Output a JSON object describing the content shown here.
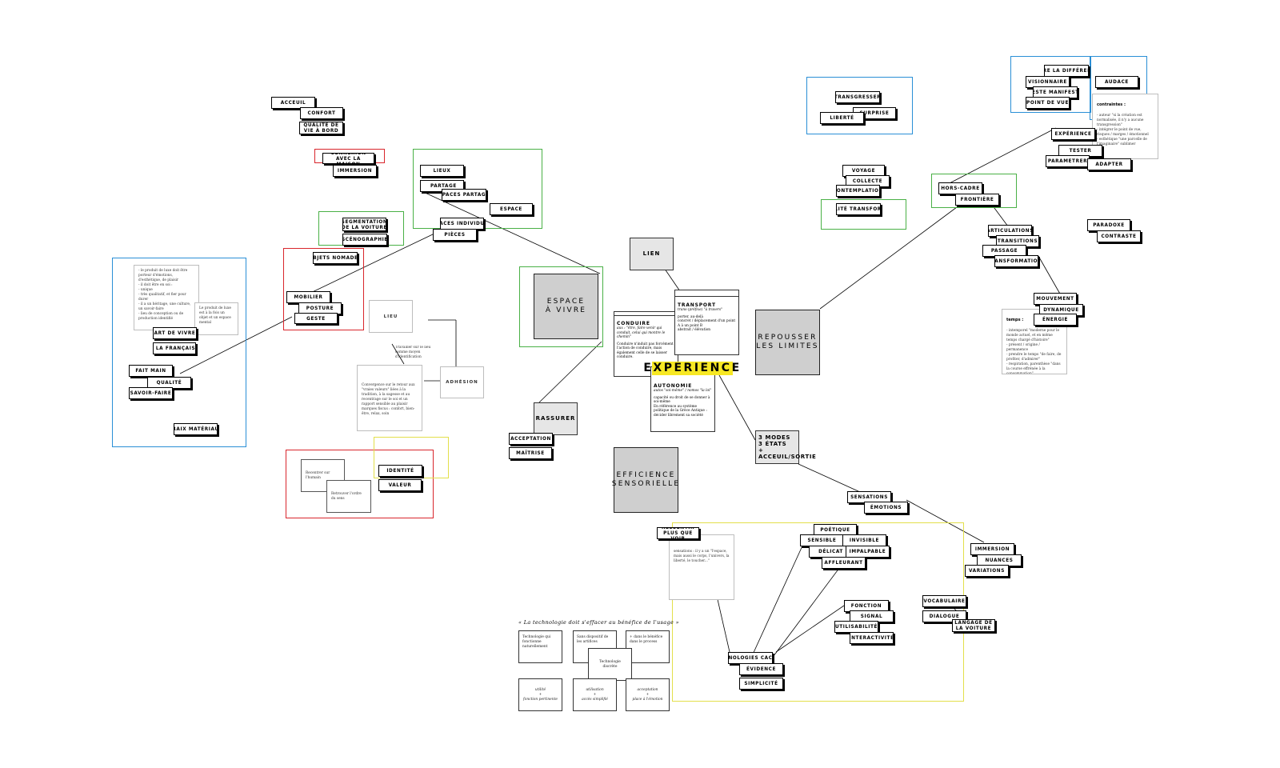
{
  "keywords": [
    {
      "id": "accueil",
      "label": "ACCEUIL"
    },
    {
      "id": "confort",
      "label": "CONFORT"
    },
    {
      "id": "qualite-vie",
      "label": "QUALITÉ DE VIE À BORD"
    },
    {
      "id": "connexion",
      "label": "CONNEXION AVEC LA MAISON"
    },
    {
      "id": "immersion-1",
      "label": "IMMERSION"
    },
    {
      "id": "segmentation",
      "label": "SEGMENTATION DE LA VOITURE"
    },
    {
      "id": "scenographie",
      "label": "SCÉNOGRAPHIE"
    },
    {
      "id": "objets-nomades",
      "label": "OBJETS NOMADES"
    },
    {
      "id": "mobilier",
      "label": "MOBILIER"
    },
    {
      "id": "posture",
      "label": "POSTURE"
    },
    {
      "id": "geste",
      "label": "GESTE"
    },
    {
      "id": "art-de-vivre",
      "label": "ART DE VIVRE"
    },
    {
      "id": "a-la-francaise",
      "label": "À LA FRANÇAISE"
    },
    {
      "id": "fait-main",
      "label": "FAIT MAIN"
    },
    {
      "id": "qualite",
      "label": "QUALITÉ"
    },
    {
      "id": "savoir-faire",
      "label": "SAVOIR-FAIRE"
    },
    {
      "id": "vrais-materiaux",
      "label": "VRAIX MATÉRIAUX"
    },
    {
      "id": "lieux",
      "label": "LIEUX"
    },
    {
      "id": "partage",
      "label": "PARTAGE"
    },
    {
      "id": "espaces-partages",
      "label": "ESPACES PARTAGÉS"
    },
    {
      "id": "espace",
      "label": "ESPACE"
    },
    {
      "id": "espaces-individuels",
      "label": "ESPACES INDIVIDUELS"
    },
    {
      "id": "pieces",
      "label": "PIÈCES"
    },
    {
      "id": "identite",
      "label": "IDENTITÉ"
    },
    {
      "id": "valeur",
      "label": "VALEUR"
    },
    {
      "id": "acceptation",
      "label": "ACCEPTATION"
    },
    {
      "id": "maitrise",
      "label": "MAÎTRISE"
    },
    {
      "id": "ressentir",
      "label": "RESSENTIR PLUS QUE VOIR"
    },
    {
      "id": "transgresser",
      "label": "TRANSGRESSER"
    },
    {
      "id": "surprise",
      "label": "SURPRISE"
    },
    {
      "id": "liberte",
      "label": "LIBERTÉ"
    },
    {
      "id": "voyage",
      "label": "VOYAGE"
    },
    {
      "id": "collecte",
      "label": "COLLECTE"
    },
    {
      "id": "contemplation",
      "label": "CONTEMPLATION"
    },
    {
      "id": "realite",
      "label": "RÉALITÉ TRANSFORMÉE"
    },
    {
      "id": "hors-cadre",
      "label": "HORS-CADRE"
    },
    {
      "id": "frontiere",
      "label": "FRONTIÈRE"
    },
    {
      "id": "faire-difference",
      "label": "FAIRE LA DIFFÉRENCE"
    },
    {
      "id": "visionnaire",
      "label": "VISIONNAIRE"
    },
    {
      "id": "geste-manifeste",
      "label": "GESTE MANIFESTE"
    },
    {
      "id": "point-de-vue",
      "label": "POINT DE VUE"
    },
    {
      "id": "audace",
      "label": "AUDACE"
    },
    {
      "id": "experience-kw",
      "label": "EXPÉRIENCE"
    },
    {
      "id": "tester",
      "label": "TESTER"
    },
    {
      "id": "parametrer",
      "label": "PARAMETRER"
    },
    {
      "id": "adapter",
      "label": "ADAPTER"
    },
    {
      "id": "paradoxe",
      "label": "PARADOXE"
    },
    {
      "id": "contraste",
      "label": "CONTRASTE"
    },
    {
      "id": "articulations",
      "label": "ARTICULATIONS"
    },
    {
      "id": "transitions",
      "label": "TRANSITIONS"
    },
    {
      "id": "passage",
      "label": "PASSAGE"
    },
    {
      "id": "transformations",
      "label": "TRANSFORMATIONS"
    },
    {
      "id": "mouvement",
      "label": "MOUVEMENT"
    },
    {
      "id": "dynamique",
      "label": "DYNAMIQUE"
    },
    {
      "id": "energie",
      "label": "ÉNERGIE"
    },
    {
      "id": "sensations",
      "label": "SENSATIONS"
    },
    {
      "id": "emotions",
      "label": "ÉMOTIONS"
    },
    {
      "id": "poetique",
      "label": "POÉTIQUE"
    },
    {
      "id": "sensible",
      "label": "SENSIBLE"
    },
    {
      "id": "invisible",
      "label": "INVISIBLE"
    },
    {
      "id": "delicat",
      "label": "DÉLICAT"
    },
    {
      "id": "impalpable",
      "label": "IMPALPABLE"
    },
    {
      "id": "affleurant",
      "label": "AFFLEURANT"
    },
    {
      "id": "immersion-2",
      "label": "IMMERSION"
    },
    {
      "id": "nuances",
      "label": "NUANCES"
    },
    {
      "id": "variations",
      "label": "VARIATIONS"
    },
    {
      "id": "vocabulaire",
      "label": "VOCABULAIRE"
    },
    {
      "id": "dialogue",
      "label": "DIALOGUE"
    },
    {
      "id": "langage",
      "label": "LANGAGE DE LA VOITURE"
    },
    {
      "id": "fonction",
      "label": "FONCTION"
    },
    {
      "id": "signal",
      "label": "SIGNAL"
    },
    {
      "id": "utilisabilite",
      "label": "UTILISABILITÉ"
    },
    {
      "id": "interactivite",
      "label": "INTERACTIVITÉ"
    },
    {
      "id": "technologies-cachees",
      "label": "TECHNOLOGIES CACHÉES"
    },
    {
      "id": "evidence",
      "label": "ÉVIDENCE"
    },
    {
      "id": "simplicite",
      "label": "SIMPLICITÉ"
    }
  ],
  "hubs": {
    "espace_a_vivre": "ESPACE\nÀ VIVRE",
    "repousser": "REPOUSSER\nLES LIMITES",
    "efficience": "EFFICIENCE\nSENSORIELLE",
    "rassurer": "RASSURER",
    "lien": "LIEN",
    "modes": "3 MODES\n3 ÉTATS\n+ ACCEUIL/SORTIE"
  },
  "center_label": "EXPERIENCE",
  "concepts": {
    "conduire": {
      "title": "CONDUIRE",
      "subtitle": "aux : \"être, faire venir qui conduit, celui qui montre le chemin\"",
      "body": "Conduire n'induit pas forcément l'action de conduire, mais également celle de se laisser conduire."
    },
    "transport": {
      "title": "TRANSPORT",
      "subtitle": "trans-(préfixe) \"à travers\"",
      "body": "porter, au-delà\nconcret / déplacement d'un point A à un point B\nabstrait / élévation"
    },
    "autonomie": {
      "title": "AUTONOMIE",
      "subtitle": "autos \"soi-même\" / nomos \"la loi\"",
      "body": "capacité ou droit de se donner à soi-même\nEn référence au système politique de la Grèce Antique : décider librement sa société"
    }
  },
  "notes": {
    "francaise": "- le produit de luxe doit être porteur d'émotions, d'esthétique, de plaisir\n- il doit être en soi :\n- unique\n- très qualitatif, et fier pour durer\n- il a un héritage, une culture, un savoir-faire\n- lieu de conception ou de production identifié",
    "francaise_small": "Le produit de luxe est à la fois un objet et un espace mental",
    "lieu_title": "LIEU",
    "lieu_body": "Travailler sur le lieu comme moyen d'identification",
    "adhesion": "ADHÉSION",
    "convergence": "Convergence sur le retour aux \"vraies valeurs\" liées à la tradition, à la sagesse et au recentrage sur le soi et un rapport sensible au plaisir\nmarques fiscus : confort, bien-être, relax, soin",
    "recentrer": "Recentrer sur l'humain",
    "retrouver": "Retrouver l'ordre du sens",
    "ressentir_body": "sensations : il y a un \"l'espace, mais aussi le corps, l'univers, la liberté, le toucher...\"",
    "audace_title": "contraintes :",
    "audace_body": "- auteur \"si la création est normalisée, il n'y a aucune transgression\"\n- intégrer le point de vue, risques / marges / émotionnel\n- esthétique \"une parcelle de l'imaginaire\" sublimer",
    "temps_title": "temps :",
    "temps_body": "- intemporel \"moderne pour le monde actuel, et en même temps chargé d'histoire\"\n- présent / origine / permanence\n- prendre le temps \"de faire, de profiter, d'admirer\"\n- respiration, parenthèse \"dans la course effrénée à la consommation\"\n- développement durable / hors du temps"
  },
  "tech_quote": "« La technologie doit s'effacer au bénéfice de l'usage »",
  "tech_cards": {
    "c1": "Technologie qui fonctionne naturellement",
    "c2": "Sans dispositif de les artifices",
    "c3": "+ dans le bénéfice dans le process",
    "c4": "Technologie discrète",
    "c5": "utilité\n+\nfonction pertinente",
    "c6": "utilisation\n+\naccès simplifié",
    "c7": "acceptation\n+\nplace à l'émotion"
  }
}
